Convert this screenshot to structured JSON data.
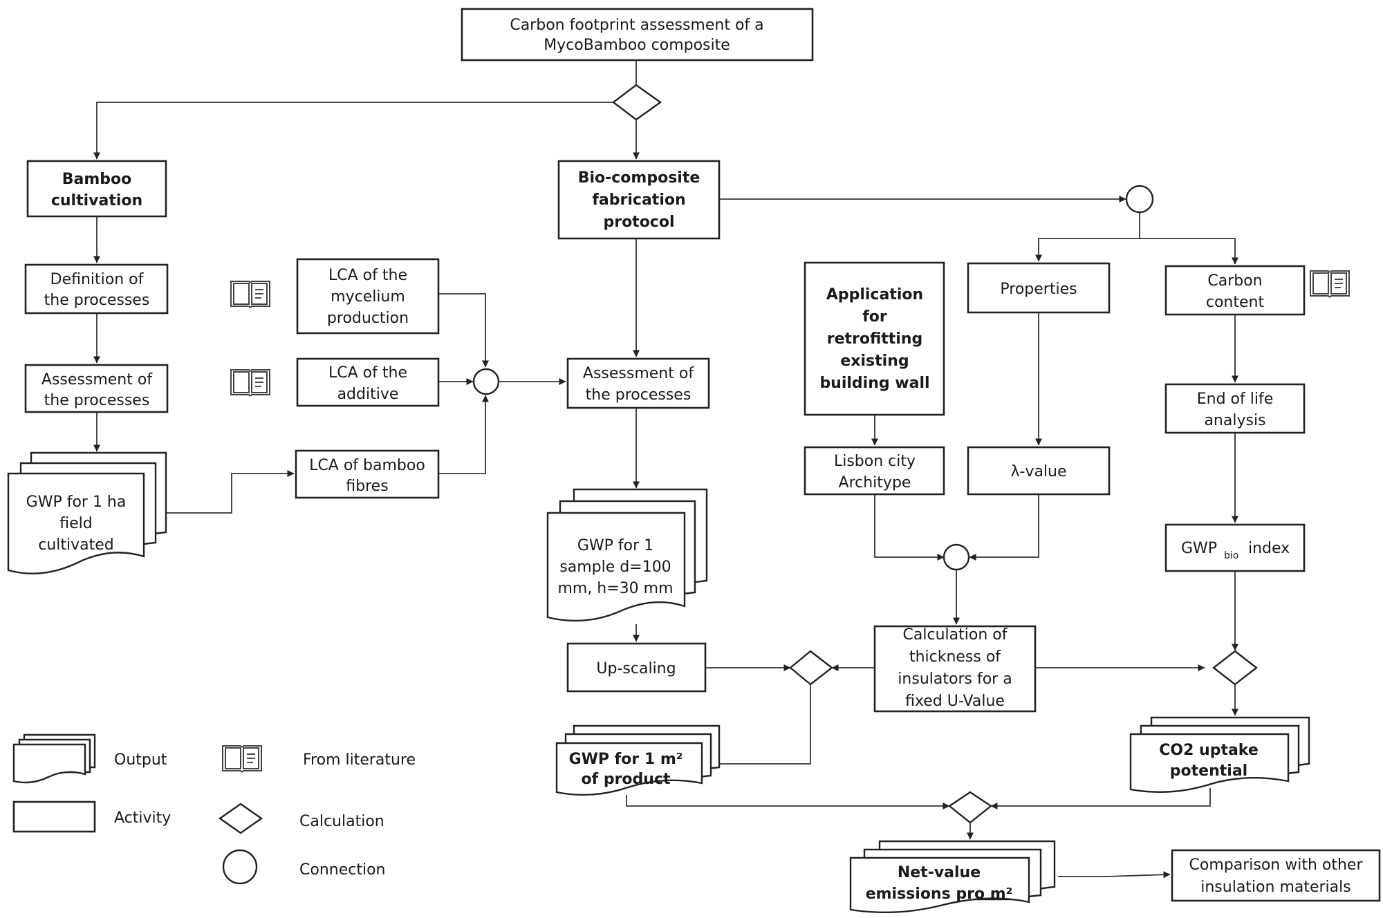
{
  "diagram": {
    "title": [
      "Carbon footprint assessment of a",
      "MycoBamboo composite"
    ],
    "nodes": {
      "bamboo_cultivation": [
        "Bamboo",
        "cultivation"
      ],
      "definition_processes": [
        "Definition of",
        "the processes"
      ],
      "assessment_processes_left": [
        "Assessment of",
        "the processes"
      ],
      "gwp_1ha": [
        "GWP for 1 ha",
        "field",
        "cultivated"
      ],
      "lca_mycelium": [
        "LCA of the",
        "mycelium",
        "production"
      ],
      "lca_additive": [
        "LCA of the",
        "additive"
      ],
      "lca_bamboo_fibres": [
        "LCA of bamboo",
        "fibres"
      ],
      "biocomposite_protocol": [
        "Bio-composite",
        "fabrication",
        "protocol"
      ],
      "assessment_processes_center": [
        "Assessment of",
        "the processes"
      ],
      "gwp_sample": [
        "GWP for 1",
        "sample d=100",
        "mm, h=30 mm"
      ],
      "upscaling": [
        "Up-scaling"
      ],
      "gwp_m2_product": [
        "GWP for 1 m²",
        "of product"
      ],
      "application_retrofitting": [
        "Application",
        "for",
        "retrofitting",
        "existing",
        "building wall"
      ],
      "lisbon_archetype": [
        "Lisbon city",
        "Architype"
      ],
      "properties": [
        "Properties"
      ],
      "lambda_value": [
        "λ-value"
      ],
      "calc_thickness": [
        "Calculation of",
        "thickness of",
        "insulators for a",
        "fixed U-Value"
      ],
      "carbon_content": [
        "Carbon",
        "content"
      ],
      "end_of_life": [
        "End of life",
        "analysis"
      ],
      "gwp_bio_index": {
        "main": "GWP",
        "sub": "bio",
        "suffix": "index"
      },
      "co2_uptake": [
        "CO2 uptake",
        "potential"
      ],
      "net_value_emissions": [
        "Net-value",
        "emissions pro m²"
      ],
      "comparison": [
        "Comparison with other",
        "insulation materials"
      ]
    },
    "legend": {
      "output": "Output",
      "activity": "Activity",
      "from_literature": "From literature",
      "calculation": "Calculation",
      "connection": "Connection"
    }
  }
}
